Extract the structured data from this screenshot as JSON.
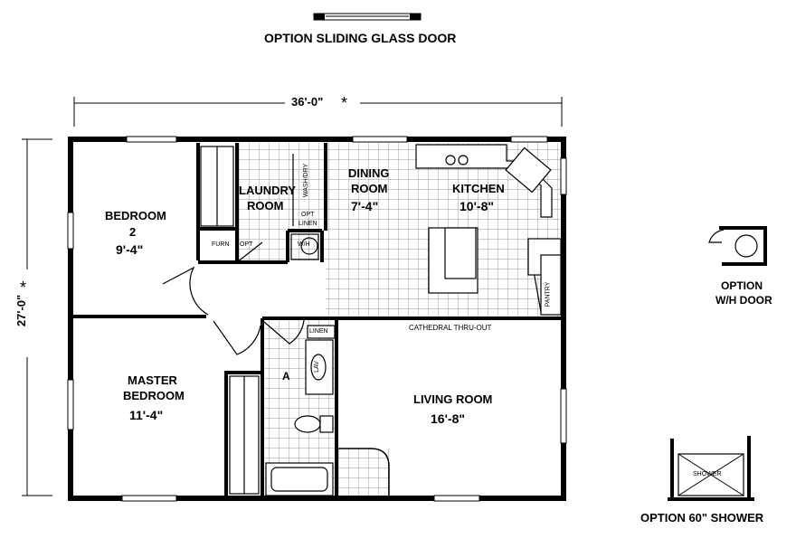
{
  "options": {
    "sliding_door": "OPTION SLIDING GLASS DOOR",
    "wh_door_line1": "OPTION",
    "wh_door_line2": "W/H DOOR",
    "shower": "OPTION 60\" SHOWER",
    "shower_tag": "SHOWER"
  },
  "dimensions": {
    "width": "36'-0\"",
    "depth": "27'-0\"",
    "star": "*"
  },
  "rooms": {
    "bedroom2_name": "BEDROOM",
    "bedroom2_num": "2",
    "bedroom2_size": "9'-4\"",
    "laundry_line1": "LAUNDRY",
    "laundry_line2": "ROOM",
    "dining_line1": "DINING",
    "dining_line2": "ROOM",
    "dining_size": "7'-4\"",
    "kitchen_name": "KITCHEN",
    "kitchen_size": "10'-8\"",
    "master_line1": "MASTER",
    "master_line2": "BEDROOM",
    "master_size": "11'-4\"",
    "living_name": "LIVING ROOM",
    "living_size": "16'-8\""
  },
  "fixtures": {
    "furn": "FURN",
    "opt": "OPT",
    "wh": "W/H",
    "wash_dry": "WASH/DRY",
    "opt_linen": "OPT",
    "linen": "LINEN",
    "lav": "LAV",
    "a": "A",
    "pantry": "PANTRY",
    "cathedral": "CATHEDRAL THRU-OUT"
  }
}
